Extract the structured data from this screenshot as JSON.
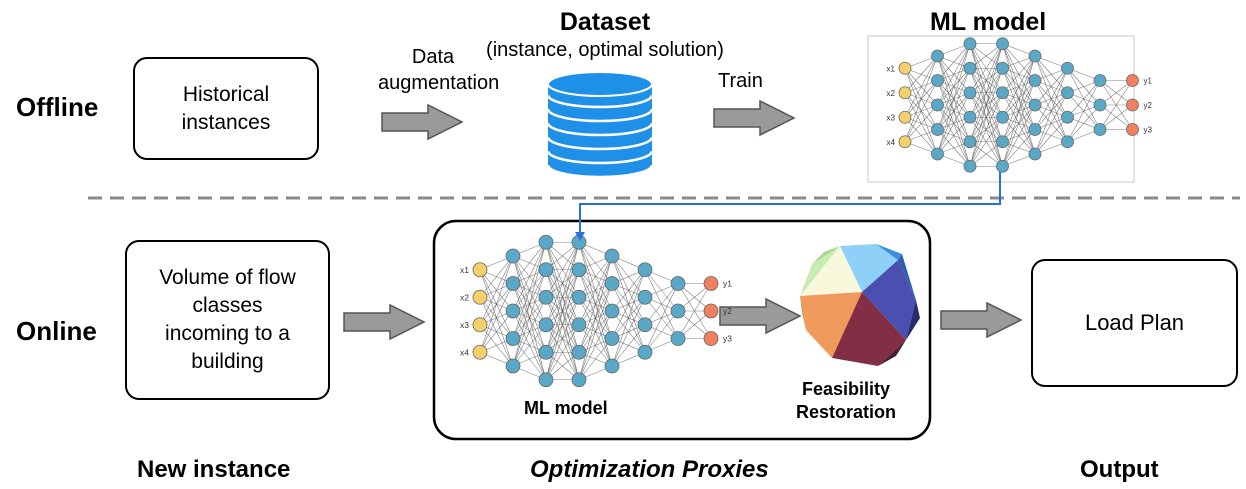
{
  "row_labels": {
    "offline": "Offline",
    "online": "Online"
  },
  "offline": {
    "historical_box": "Historical\ninstances",
    "aug_label_line1": "Data",
    "aug_label_line2": "augmentation",
    "dataset_title": "Dataset",
    "dataset_subtitle": "(instance, optimal solution)",
    "train_label": "Train",
    "ml_model_title": "ML model"
  },
  "online": {
    "input_box": "Volume of flow\nclasses\nincoming to a\nbuilding",
    "proxy_ml_label": "ML model",
    "feasibility_line1": "Feasibility",
    "feasibility_line2": "Restoration",
    "output_box": "Load Plan"
  },
  "bottom_labels": {
    "new_instance": "New instance",
    "proxies": "Optimization Proxies",
    "output": "Output"
  },
  "network": {
    "inputs": [
      "x1",
      "x2",
      "x3",
      "x4"
    ],
    "outputs": [
      "y1",
      "y2",
      "y3"
    ],
    "layers": [
      4,
      5,
      6,
      6,
      5,
      4,
      3,
      3
    ],
    "colors": {
      "input": "#f6d06a",
      "hidden": "#5aa8c8",
      "output": "#f08060",
      "edge": "#555555"
    }
  },
  "colors": {
    "arrow_fill": "#9a9a9a",
    "arrow_stroke": "#555555",
    "database": "#1e90e8",
    "divider": "#8a8a8a",
    "connector": "#2a6fd6"
  }
}
